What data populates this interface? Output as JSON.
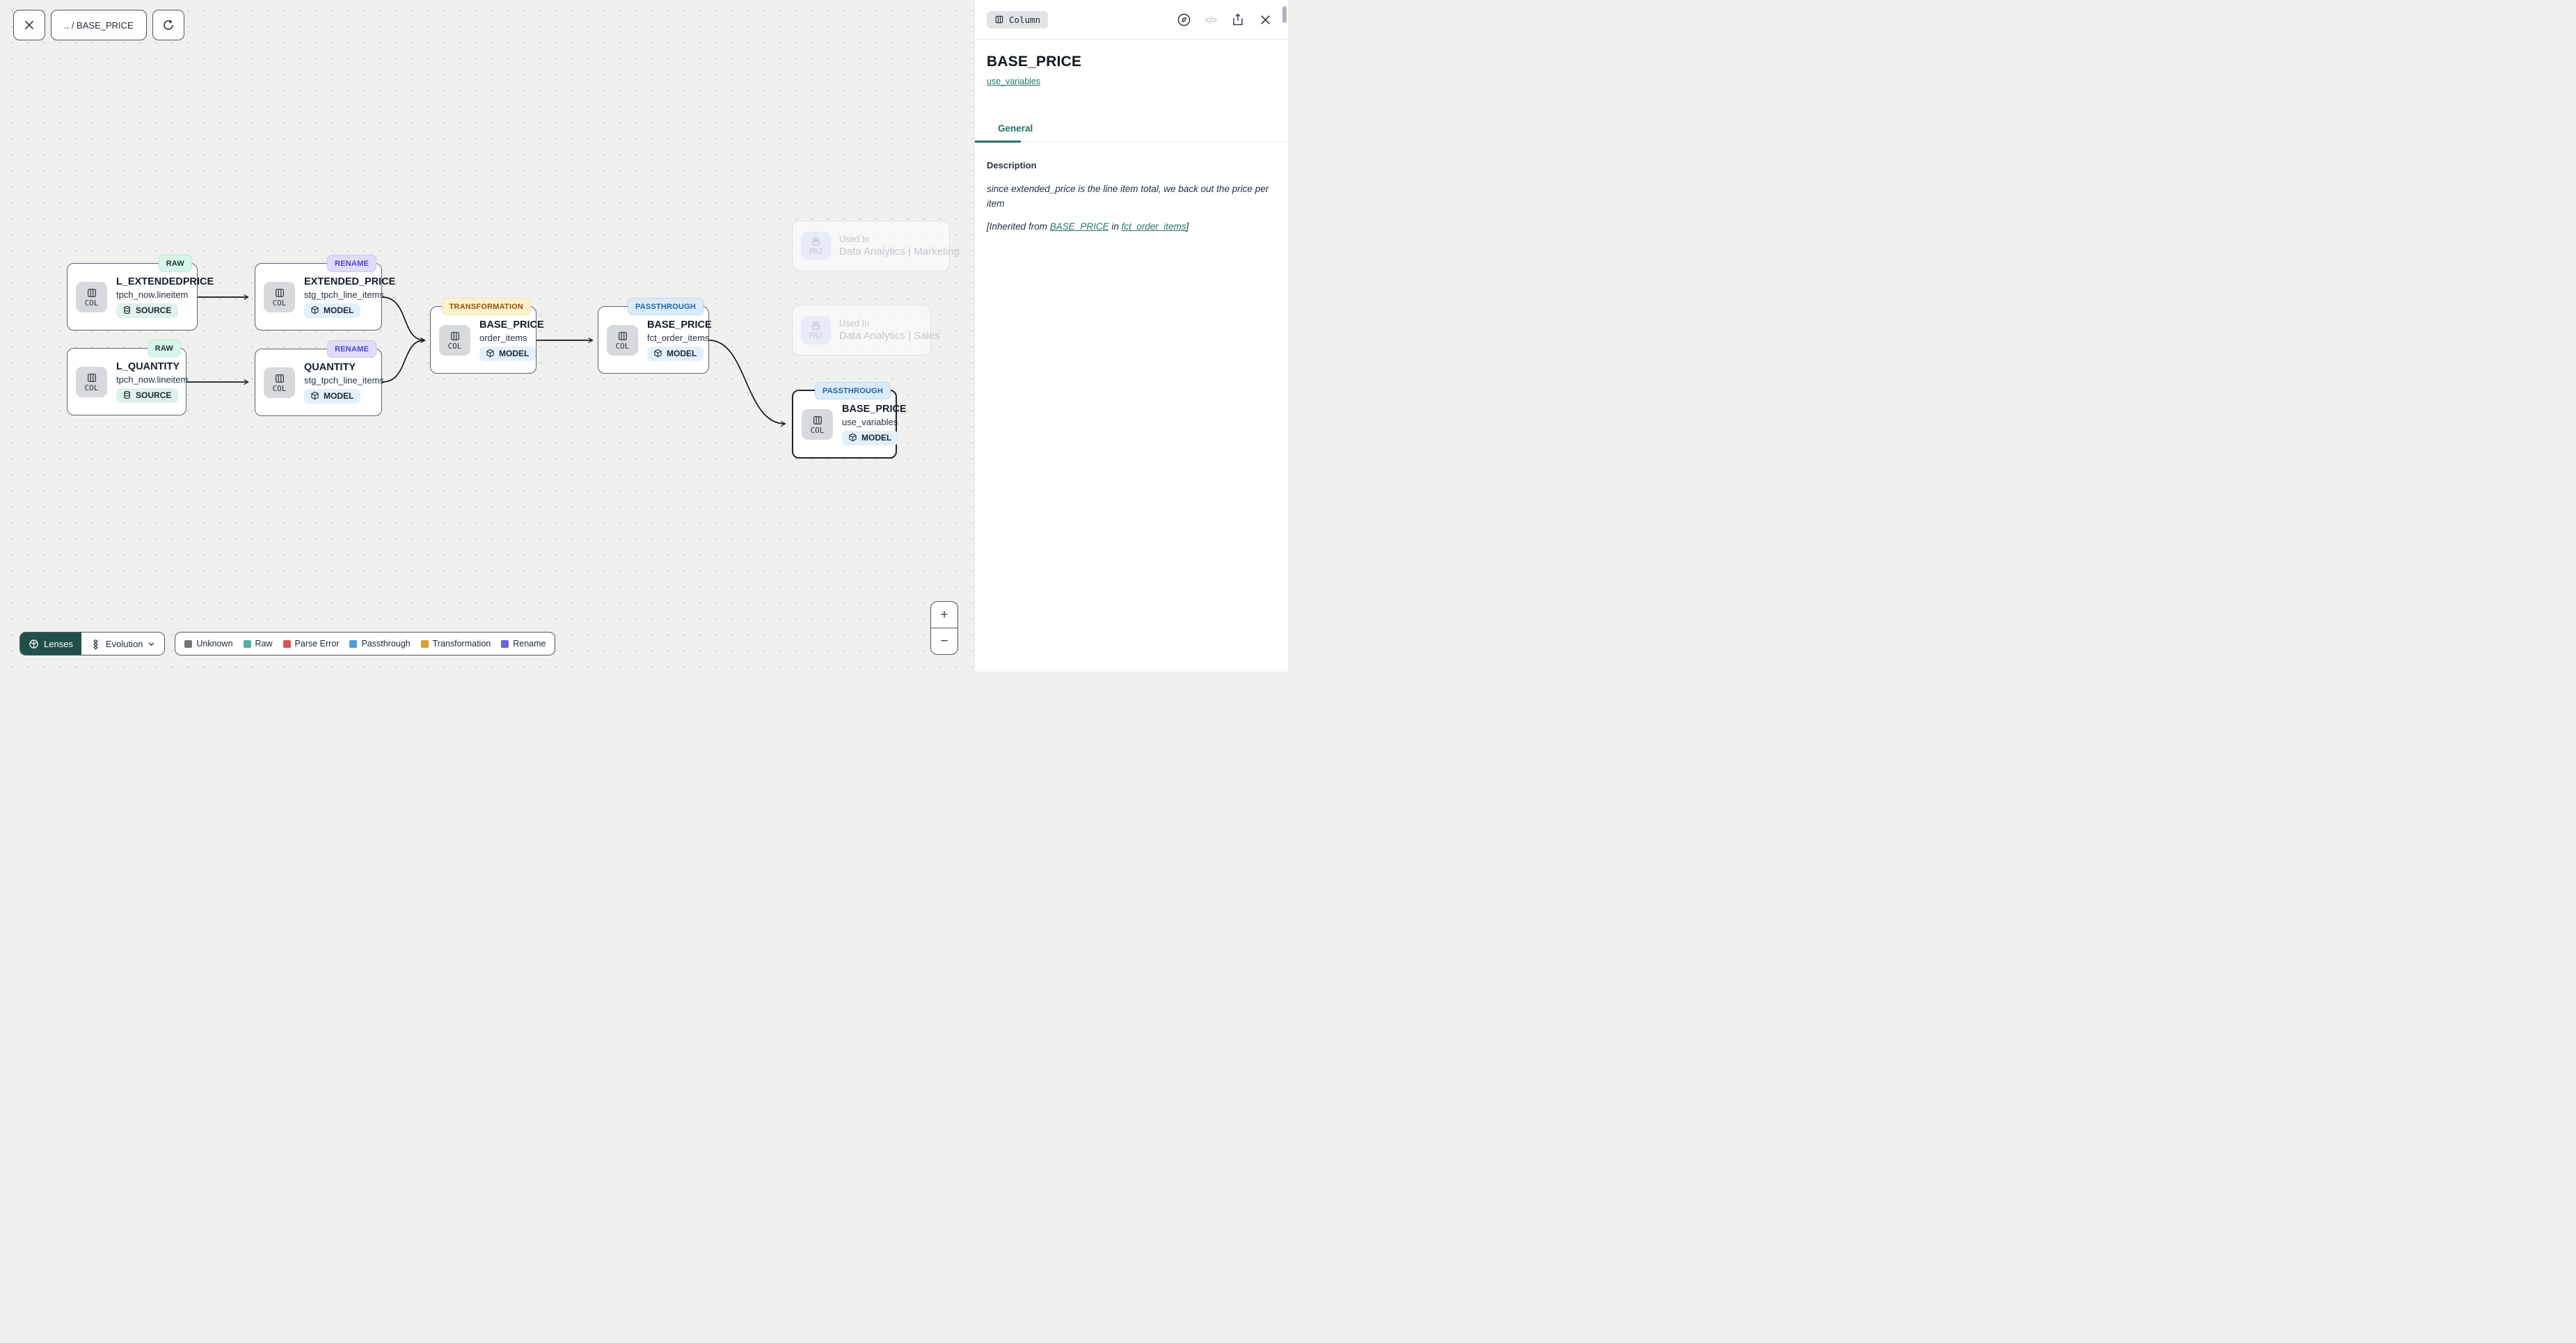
{
  "toolbar": {
    "breadcrumb": ".. / BASE_PRICE"
  },
  "panel": {
    "type_badge": "Column",
    "code_icon_glyph": "</>",
    "title": "BASE_PRICE",
    "model_link": "use_variables",
    "tabs": [
      {
        "label": "General"
      }
    ],
    "description_heading": "Description",
    "description_body": "since extended_price is the line item total, we back out the price per item",
    "inherited": {
      "prefix": "[Inherited from ",
      "link_column": "BASE_PRICE",
      "middle": " in ",
      "link_model": "fct_order_items",
      "suffix": "]"
    }
  },
  "nodes": [
    {
      "lens": "RAW",
      "type": "COL",
      "title": "L_EXTENDEDPRICE",
      "table": "tpch_now.lineitem",
      "kind": "SOURCE"
    },
    {
      "lens": "RAW",
      "type": "COL",
      "title": "L_QUANTITY",
      "table": "tpch_now.lineitem",
      "kind": "SOURCE"
    },
    {
      "lens": "RENAME",
      "type": "COL",
      "title": "EXTENDED_PRICE",
      "table": "stg_tpch_line_items",
      "kind": "MODEL"
    },
    {
      "lens": "RENAME",
      "type": "COL",
      "title": "QUANTITY",
      "table": "stg_tpch_line_items",
      "kind": "MODEL"
    },
    {
      "lens": "TRANSFORMATION",
      "type": "COL",
      "title": "BASE_PRICE",
      "table": "order_items",
      "kind": "MODEL"
    },
    {
      "lens": "PASSTHROUGH",
      "type": "COL",
      "title": "BASE_PRICE",
      "table": "fct_order_items",
      "kind": "MODEL"
    },
    {
      "lens": "PASSTHROUGH",
      "type": "COL",
      "title": "BASE_PRICE",
      "table": "use_variables",
      "kind": "MODEL",
      "selected": true
    }
  ],
  "used_in": [
    {
      "type": "PRJ",
      "label": "Used In",
      "project": "Data Analytics | Marketing"
    },
    {
      "type": "PRJ",
      "label": "Used In",
      "project": "Data Analytics | Sales"
    }
  ],
  "lenses_bar": {
    "lenses_label": "Lenses",
    "active_lens": "Evolution"
  },
  "legend": {
    "items": [
      {
        "label": "Unknown",
        "color": "#757575"
      },
      {
        "label": "Raw",
        "color": "#4fb39c"
      },
      {
        "label": "Parse Error",
        "color": "#d9534e"
      },
      {
        "label": "Passthrough",
        "color": "#4b9fdd"
      },
      {
        "label": "Transformation",
        "color": "#dd9f2c"
      },
      {
        "label": "Rename",
        "color": "#6c63dd"
      }
    ]
  },
  "zoom_controls": {
    "zoom_in": "+",
    "zoom_out": "−"
  },
  "colors": {
    "accent_teal": "#26756c",
    "node_border": "#5a6472",
    "canvas_bg": "#f0f1ef"
  }
}
